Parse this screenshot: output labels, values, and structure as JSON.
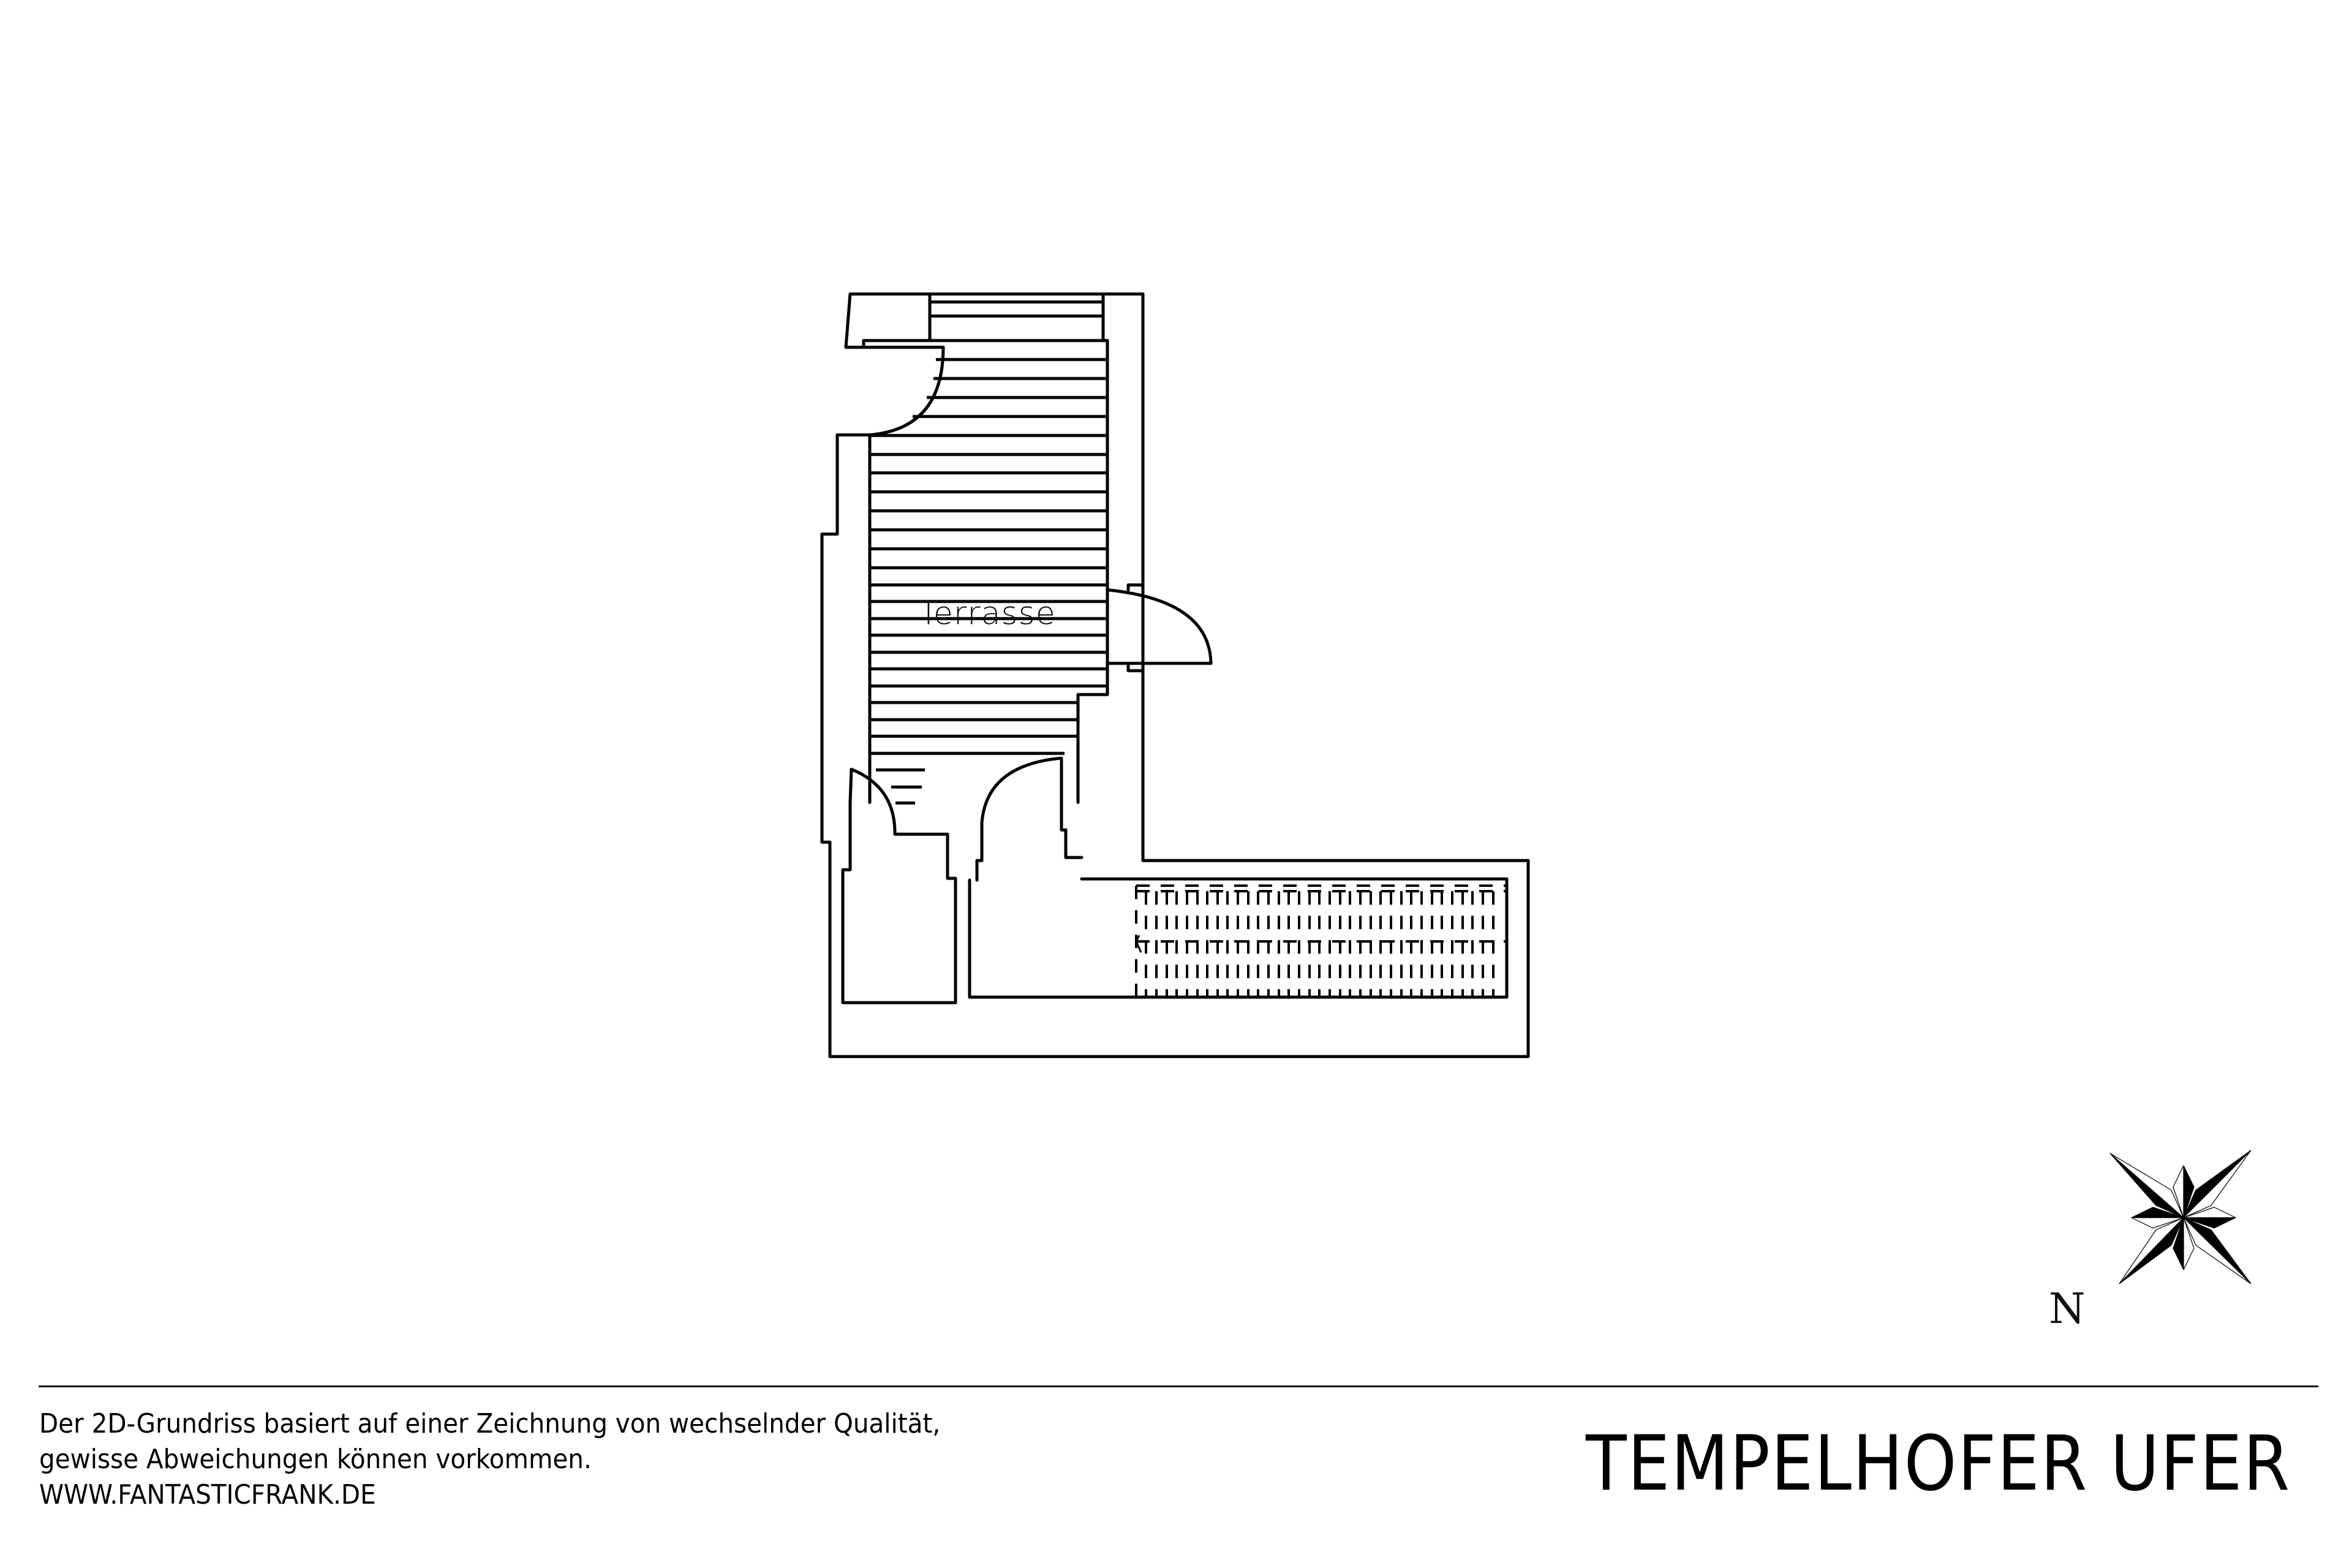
{
  "plan": {
    "rooms": [
      {
        "label": "Terrasse"
      }
    ]
  },
  "compass": {
    "north_label": "N"
  },
  "footer": {
    "disclaimer_lines": [
      "Der 2D-Grundriss basiert auf einer Zeichnung von wechselnder Qualität,",
      "gewisse Abweichungen können vorkommen.",
      "WWW.FANTASTICFRANK.DE"
    ],
    "title": "TEMPELHOFER UFER"
  },
  "colors": {
    "line": "#000000",
    "background": "#ffffff"
  }
}
